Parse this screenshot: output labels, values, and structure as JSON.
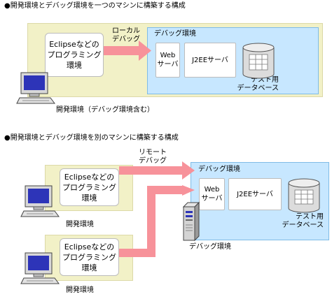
{
  "section1": {
    "title": "●開発環境とデバッグ環境を一つのマシンに構築する構成",
    "client_box": "Eclipseなどの\nプログラミング\n環境",
    "arrow_label": "ローカル\nデバッグ",
    "debug_env_label": "デバッグ環境",
    "web_server": "Web\nサーバ",
    "j2ee_server": "J2EEサーバ",
    "db_label": "テスト用\nデータベース",
    "pc_label": "開発環境（デバッグ環境含む）"
  },
  "section2": {
    "title": "●開発環境とデバッグ環境を別のマシンに構築する構成",
    "client_box_1": "Eclipseなどの\nプログラミング\n環境",
    "client_box_2": "Eclipseなどの\nプログラミング\n環境",
    "arrow_label": "リモート\nデバッグ",
    "debug_env_label": "デバッグ環境",
    "web_server": "Web\nサーバ",
    "j2ee_server": "J2EEサーバ",
    "db_label": "テスト用\nデータベース",
    "pc1_label": "開発環境",
    "pc2_label": "開発環境",
    "server_label": "デバッグ環境"
  },
  "colors": {
    "arrow": "#f7929a",
    "debug_env": "#c7e7ff",
    "dev_env": "#f2f1c7",
    "pc_screen": "#2d34b8"
  }
}
